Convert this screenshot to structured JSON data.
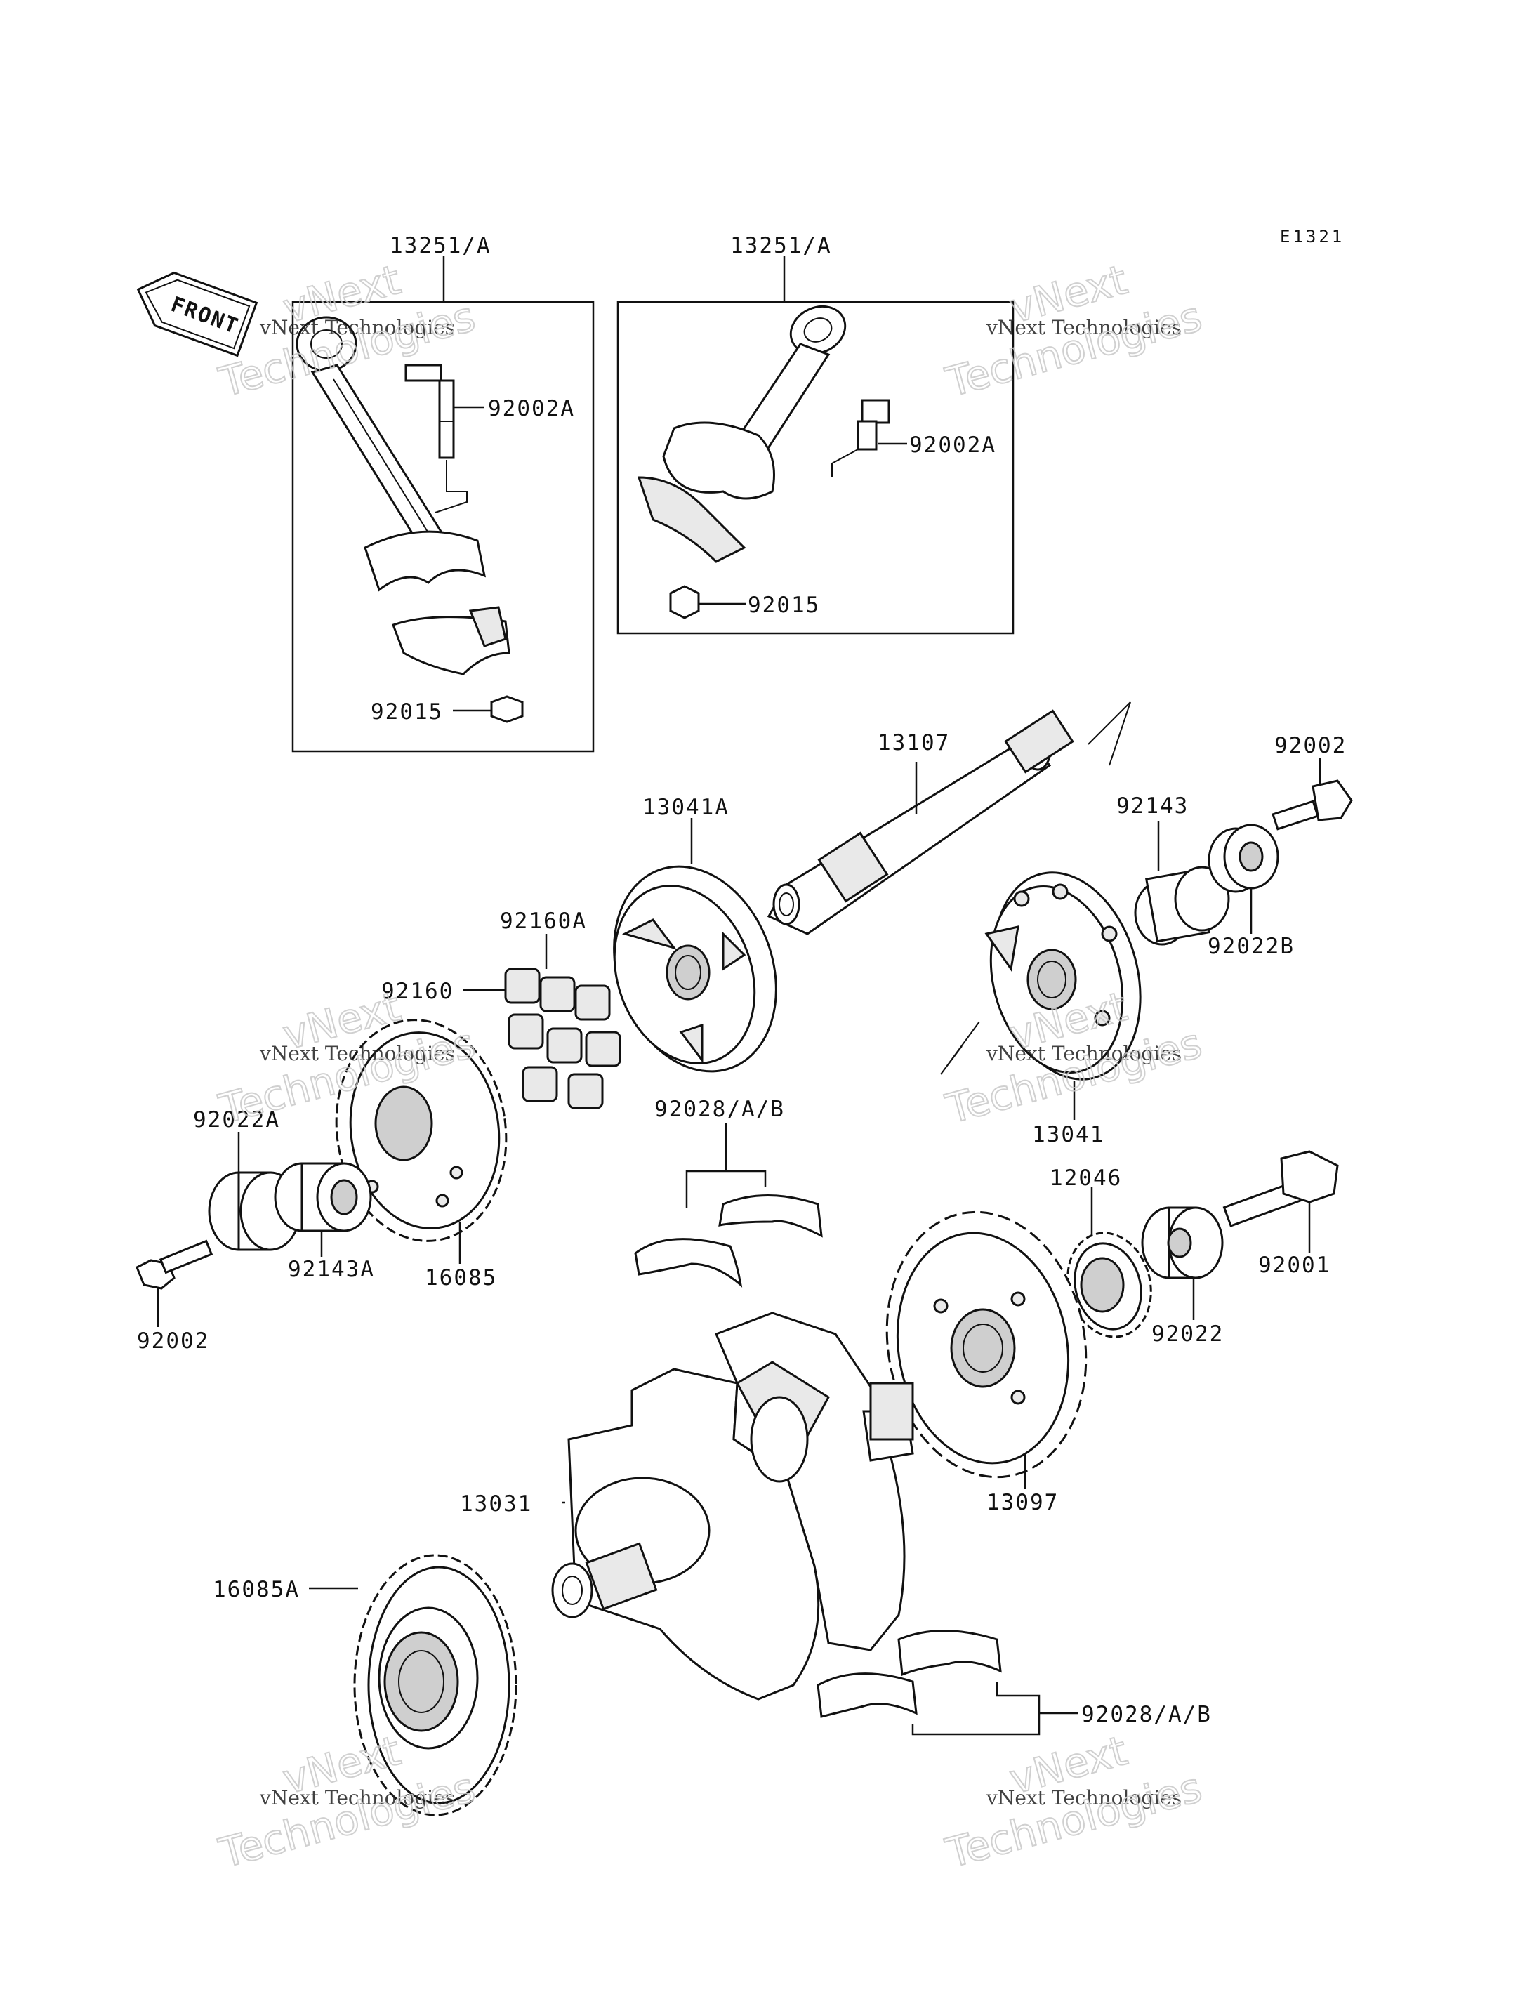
{
  "diagram_code": "E1321",
  "front_arrow_label": "FRONT",
  "watermark": {
    "line1": "vNext Technologies",
    "line2_top": "vNext",
    "line2_bottom": "Technologies"
  },
  "labels": {
    "conrod_left": "13251/A",
    "conrod_right": "13251/A",
    "bolt_left": "92002A",
    "bolt_right": "92002A",
    "nut_left": "92015",
    "nut_right": "92015",
    "shaft": "13107",
    "bolt_top_right": "92002",
    "collar": "92143",
    "washer_b": "92022B",
    "hub_a": "13041A",
    "damper_a": "92160A",
    "damper": "92160",
    "hub": "13041",
    "washer_a": "92022A",
    "collar_a": "92143A",
    "gear": "16085",
    "bolt_left_bottom": "92002",
    "bearing_top": "92028/A/B",
    "sprocket_small": "12046",
    "bolt_main": "92001",
    "washer": "92022",
    "sprocket": "13097",
    "crankshaft": "13031",
    "gear_a": "16085A",
    "bearing_bottom": "92028/A/B"
  }
}
